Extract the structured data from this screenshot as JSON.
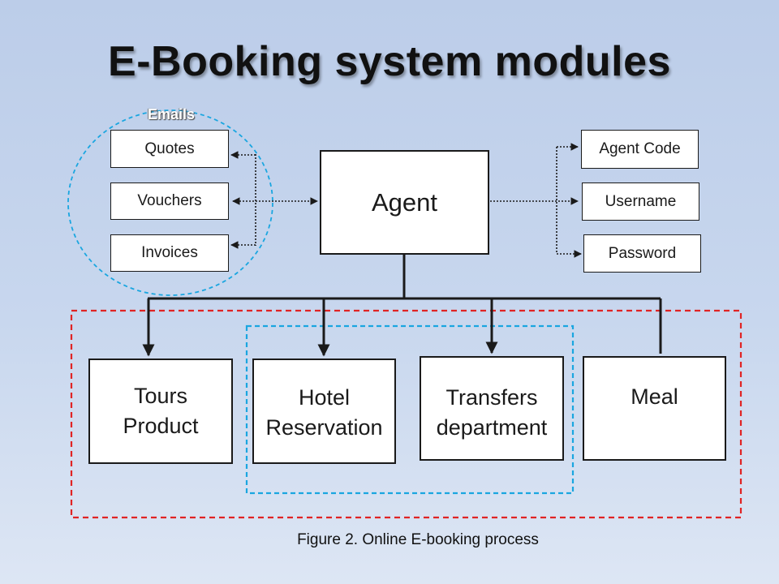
{
  "title": "E-Booking system modules",
  "emails_label": "Emails",
  "email_items": [
    "Quotes",
    "Vouchers",
    "Invoices"
  ],
  "agent_label": "Agent",
  "credential_items": [
    "Agent Code",
    "Username",
    "Password"
  ],
  "modules": [
    {
      "line1": "Tours",
      "line2": "Product"
    },
    {
      "line1": "Hotel",
      "line2": "Reservation"
    },
    {
      "line1": "Transfers",
      "line2": "department"
    },
    {
      "line1": "Meal",
      "line2": ""
    }
  ],
  "caption": "Figure 2. Online E-booking process",
  "colors": {
    "background": "#c4d3ec",
    "red_dashed": "#e02424",
    "blue_dashed": "#1aa6e0",
    "emails_circle": "#1aa6e0"
  }
}
